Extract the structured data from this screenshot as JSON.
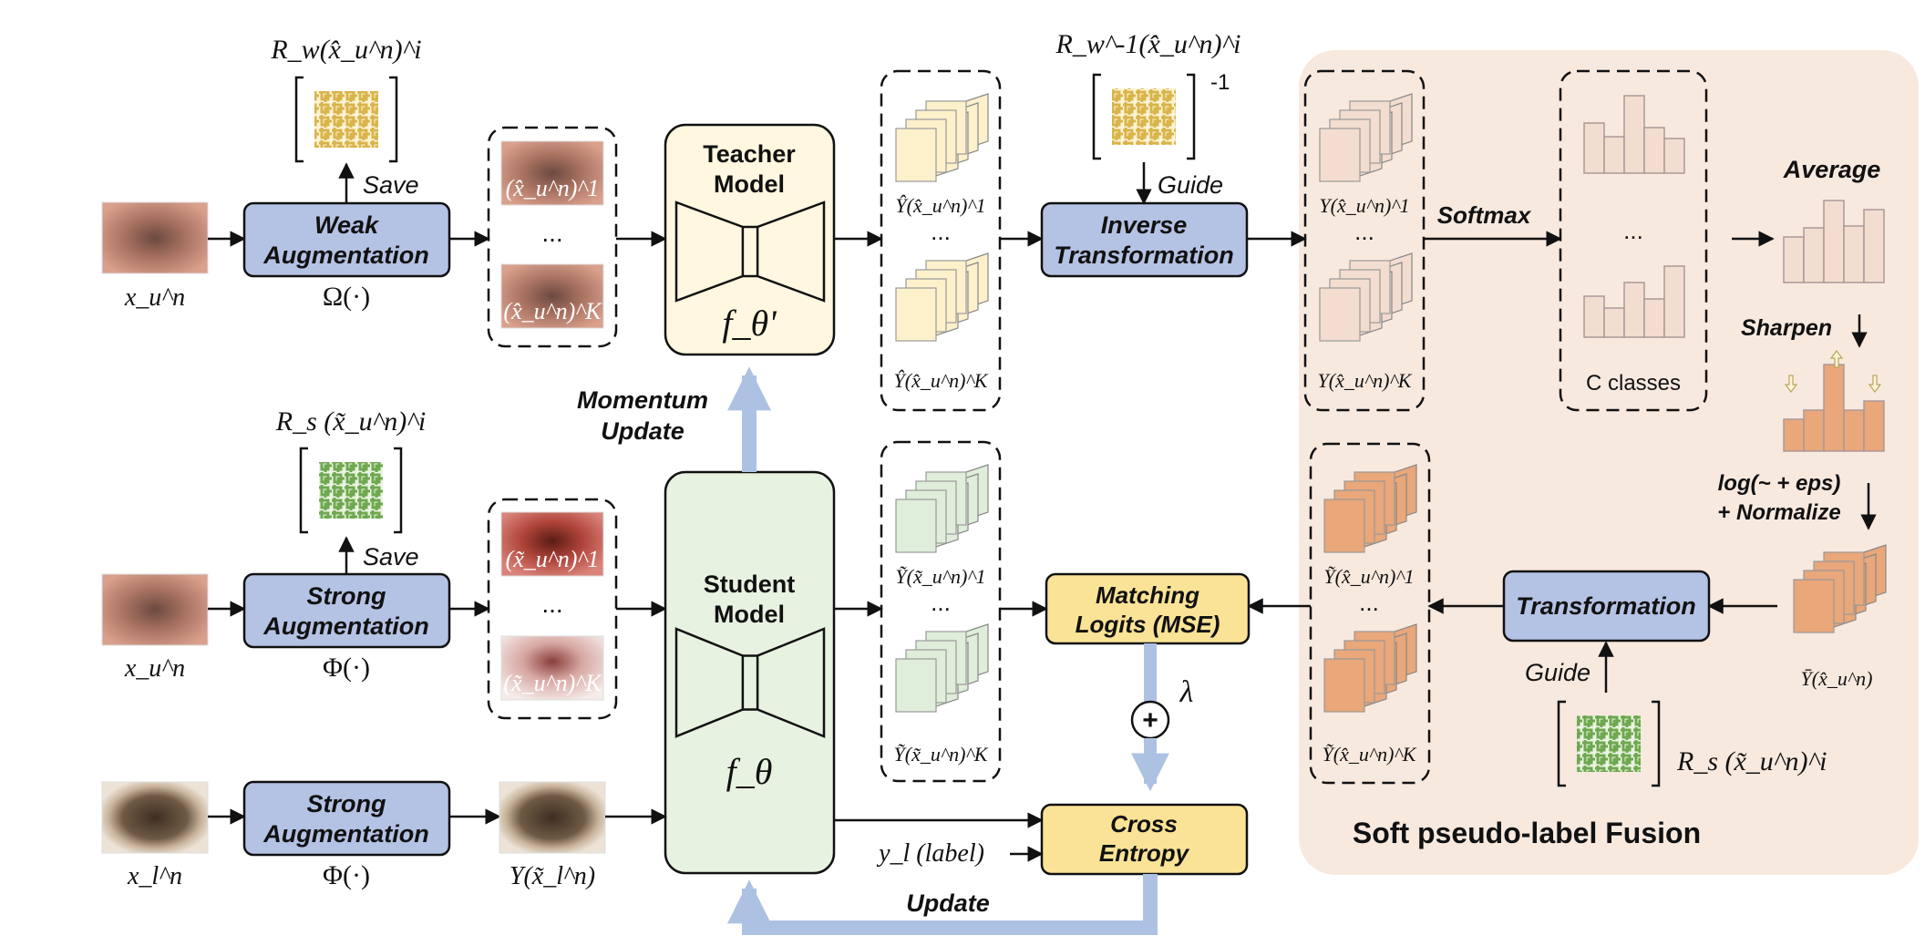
{
  "colors": {
    "blue_box": "#b4c2e4",
    "yellow_box": "#fae396",
    "teacher_fill": "#fff7df",
    "student_fill": "#e8f2e0",
    "fusion_bg": "#f8e9df",
    "arrow_blue": "#adc2e3",
    "gold_icon": "#d9b44a",
    "green_icon": "#6ea84f",
    "orange_sheet": "#e9a77a",
    "beige_sheet": "#f3ddd0",
    "yellow_sheet": "#fdf1cc",
    "green_sheet": "#dfeeda"
  },
  "icons": {
    "gold_pattern": "knot-pattern-icon",
    "green_pattern": "knot-pattern-icon",
    "skin_image": "skin-lesion-image"
  },
  "row_top": {
    "input_label": "x_u^n",
    "aug_line1": "Weak",
    "aug_line2": "Augmentation",
    "aug_func": "Ω(·)",
    "rw_label": "R_w(x̂_u^n)^i",
    "save": "Save",
    "view1": "(x̂_u^n)^1",
    "viewK": "(x̂_u^n)^K",
    "dots": "...",
    "pred1": "Ŷ(x̂_u^n)^1",
    "predK": "Ŷ(x̂_u^n)^K"
  },
  "row_mid": {
    "input_label": "x_u^n",
    "aug_line1": "Strong",
    "aug_line2": "Augmentation",
    "aug_func": "Φ(·)",
    "rs_label": "R_s (x̃_u^n)^i",
    "save": "Save",
    "view1": "(x̃_u^n)^1",
    "viewK": "(x̃_u^n)^K",
    "dots": "...",
    "pred1": "Ỹ(x̃_u^n)^1",
    "predK": "Ỹ(x̃_u^n)^K"
  },
  "row_bot": {
    "input_label": "x_l^n",
    "aug_line1": "Strong",
    "aug_line2": "Augmentation",
    "aug_func": "Φ(·)",
    "out_label": "Y(x̃_l^n)"
  },
  "teacher": {
    "line1": "Teacher",
    "line2": "Model",
    "func": "f_θ'"
  },
  "student": {
    "line1": "Student",
    "line2": "Model",
    "func": "f_θ"
  },
  "momentum": {
    "line1": "Momentum",
    "line2": "Update"
  },
  "inverse": {
    "line1": "Inverse",
    "line2": "Transformation",
    "rw_inv_label": "R_w^-1(x̂_u^n)^i",
    "exp": "-1",
    "guide": "Guide"
  },
  "matching": {
    "line1": "Matching",
    "line2": "Logits (MSE)"
  },
  "cross": {
    "line1": "Cross",
    "line2": "Entropy"
  },
  "label_in": "y_l (label)",
  "update": "Update",
  "lambda": "λ",
  "plus": "+",
  "fusion": {
    "title": "Soft pseudo-label Fusion",
    "y1": "Y(x̂_u^n)^1",
    "yK": "Y(x̂_u^n)^K",
    "dots": "...",
    "softmax": "Softmax",
    "classes": "C classes",
    "average": "Average",
    "sharpen": "Sharpen",
    "log_line1": "log(~ + eps)",
    "log_line2": "+ Normalize",
    "ybar": "Ȳ(x̂_u^n)",
    "transformation": "Transformation",
    "guide": "Guide",
    "rs_label": "R_s (x̃_u^n)^i",
    "ty1": "Ỹ(x̂_u^n)^1",
    "tyK": "Ỹ(x̂_u^n)^K"
  }
}
